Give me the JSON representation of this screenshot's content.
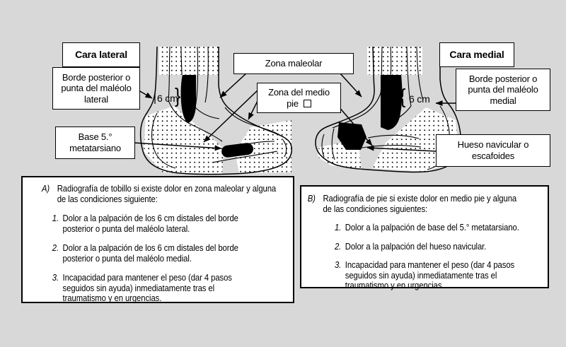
{
  "colors": {
    "background": "#d8d8d8",
    "ink": "#000000",
    "box_bg": "#ffffff"
  },
  "diagram": {
    "cara_lateral": "Cara lateral",
    "cara_medial": "Cara medial",
    "borde_lateral": {
      "lines": [
        "Borde posterior o",
        "punta del maléolo",
        "lateral"
      ]
    },
    "borde_medial": {
      "lines": [
        "Borde posterior o",
        "punta del maléolo",
        "medial"
      ]
    },
    "base_metatarsiano": {
      "lines": [
        "Base 5.°",
        "metatarsiano"
      ]
    },
    "hueso_navicular": {
      "lines": [
        "Hueso navicular o",
        "escafoides"
      ]
    },
    "zona_maleolar": "Zona maleolar",
    "zona_medio_pie": {
      "line1": "Zona del medio",
      "line2": "pie"
    },
    "six_cm_left": "6 cm",
    "six_cm_right": "6 cm",
    "brace_left": "}",
    "brace_right": "{"
  },
  "panel_a": {
    "tag": "A)",
    "intro_lines": [
      "Radiografía de tobillo si existe dolor en zona maleolar y alguna",
      "de las condiciones siguiente:"
    ],
    "items": [
      {
        "num": "1.",
        "lines": [
          "Dolor a la palpación de los 6 cm distales del borde",
          "posterior o punta del maléolo lateral."
        ]
      },
      {
        "num": "2.",
        "lines": [
          "Dolor a la palpación de los 6 cm distales del borde",
          "posterior o punta del maléolo medial."
        ]
      },
      {
        "num": "3.",
        "lines": [
          "Incapacidad para mantener el peso (dar 4 pasos",
          "seguidos sin ayuda) inmediatamente tras el",
          "traumatismo y en urgencias."
        ]
      }
    ]
  },
  "panel_b": {
    "tag": "B)",
    "intro_lines": [
      "Radiografía de pie si existe dolor en medio pie y alguna",
      "de las condiciones siguientes:"
    ],
    "items": [
      {
        "num": "1.",
        "lines": [
          "Dolor a la palpación de base del 5.° metatarsiano."
        ]
      },
      {
        "num": "2.",
        "lines": [
          "Dolor a la palpación del hueso navicular."
        ]
      },
      {
        "num": "3.",
        "lines": [
          "Incapacidad para mantener el peso (dar 4 pasos",
          "seguidos sin ayuda) inmediatamente tras el",
          "traumatismo y en urgencias."
        ]
      }
    ]
  }
}
